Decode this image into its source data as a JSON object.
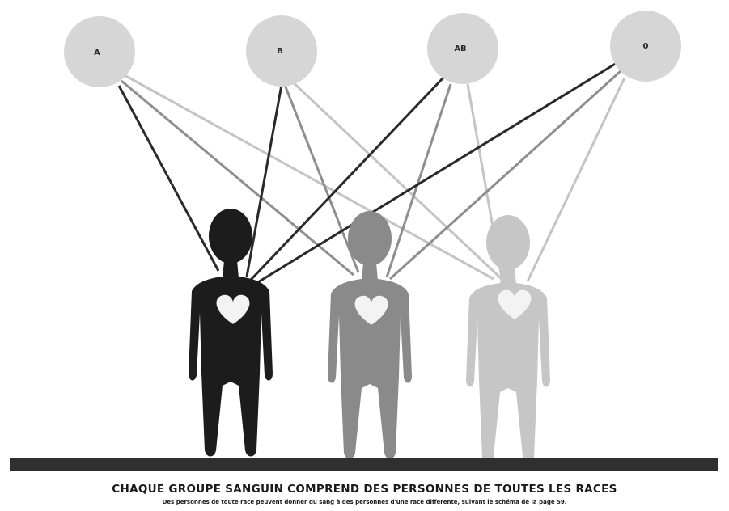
{
  "blood_groups": [
    {
      "id": "A",
      "label": "A"
    },
    {
      "id": "B",
      "label": "B"
    },
    {
      "id": "AB",
      "label": "AB"
    },
    {
      "id": "O",
      "label": "0"
    }
  ],
  "figures": [
    {
      "id": "dark",
      "color": "#1c1c1c"
    },
    {
      "id": "medium",
      "color": "#8a8a8a"
    },
    {
      "id": "light",
      "color": "#c6c6c6"
    }
  ],
  "colors": {
    "circle_fill": "#d6d6d6",
    "heart": "#f3f3f3",
    "ground": "#2f2f2f",
    "line_dark": "#2a2a2a",
    "line_medium": "#8e8e8e",
    "line_light": "#c4c4c4"
  },
  "caption": {
    "title": "CHAQUE GROUPE SANGUIN COMPREND DES PERSONNES DE TOUTES LES RACES",
    "subtitle": "Des personnes de toute race peuvent donner du sang à des personnes d'une race différente, suivant le schéma de la page 59."
  }
}
